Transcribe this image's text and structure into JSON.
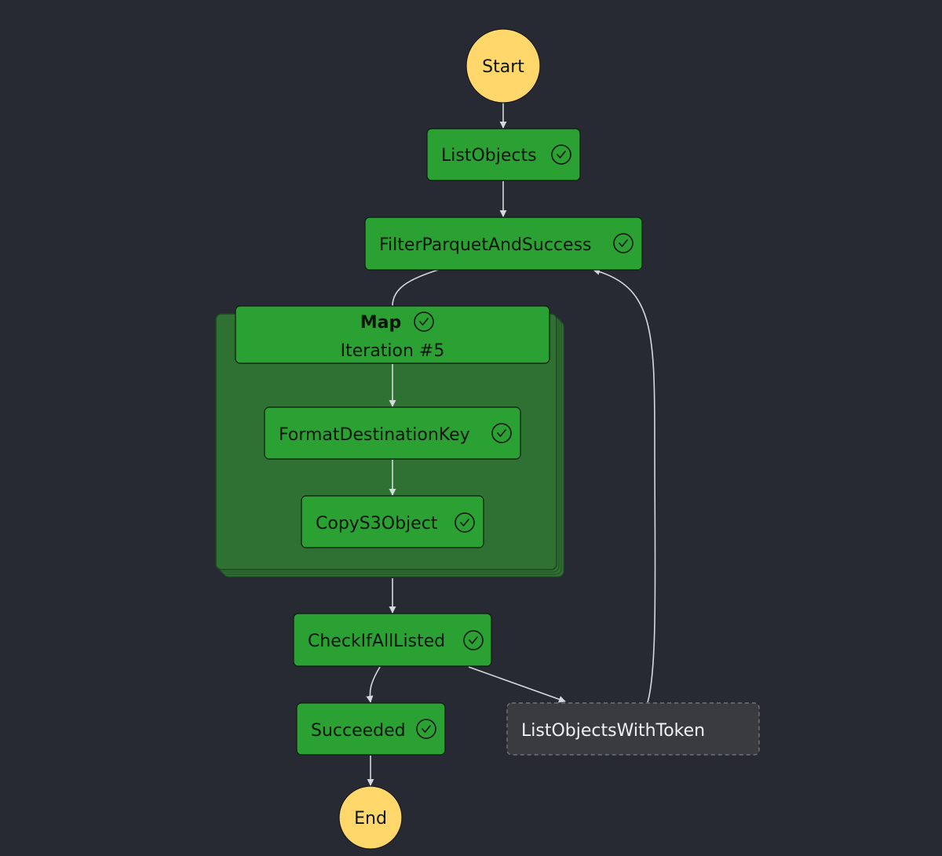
{
  "diagram": {
    "nodes": {
      "start": {
        "label": "Start",
        "kind": "terminal"
      },
      "list_objects": {
        "label": "ListObjects",
        "status": "succeeded",
        "icon": "check-circle-icon"
      },
      "filter_parquet_and_success": {
        "label": "FilterParquetAndSuccess",
        "status": "succeeded",
        "icon": "check-circle-icon"
      },
      "map": {
        "label": "Map",
        "iteration": "Iteration #5",
        "status": "succeeded",
        "icon": "check-circle-icon"
      },
      "format_destination_key": {
        "label": "FormatDestinationKey",
        "status": "succeeded",
        "icon": "check-circle-icon"
      },
      "copy_s3_object": {
        "label": "CopyS3Object",
        "status": "succeeded",
        "icon": "check-circle-icon"
      },
      "check_if_all_listed": {
        "label": "CheckIfAllListed",
        "status": "succeeded",
        "icon": "check-circle-icon"
      },
      "succeeded": {
        "label": "Succeeded",
        "status": "succeeded",
        "icon": "check-circle-icon"
      },
      "list_objects_with_token": {
        "label": "ListObjectsWithToken",
        "status": "not-started"
      },
      "end": {
        "label": "End",
        "kind": "terminal"
      }
    },
    "edges": [
      {
        "from": "start",
        "to": "list_objects"
      },
      {
        "from": "list_objects",
        "to": "filter_parquet_and_success"
      },
      {
        "from": "filter_parquet_and_success",
        "to": "map"
      },
      {
        "from": "map",
        "to": "format_destination_key"
      },
      {
        "from": "format_destination_key",
        "to": "copy_s3_object"
      },
      {
        "from": "map",
        "to": "check_if_all_listed"
      },
      {
        "from": "check_if_all_listed",
        "to": "succeeded"
      },
      {
        "from": "check_if_all_listed",
        "to": "list_objects_with_token"
      },
      {
        "from": "list_objects_with_token",
        "to": "filter_parquet_and_success"
      },
      {
        "from": "succeeded",
        "to": "end"
      }
    ],
    "colors": {
      "background": "#282a33",
      "succeeded_fill": "#2ba133",
      "map_fill": "#2f7133",
      "pending_fill": "#3a3b41",
      "terminal_fill": "#ffd76b",
      "edge": "#d5d9de"
    }
  }
}
